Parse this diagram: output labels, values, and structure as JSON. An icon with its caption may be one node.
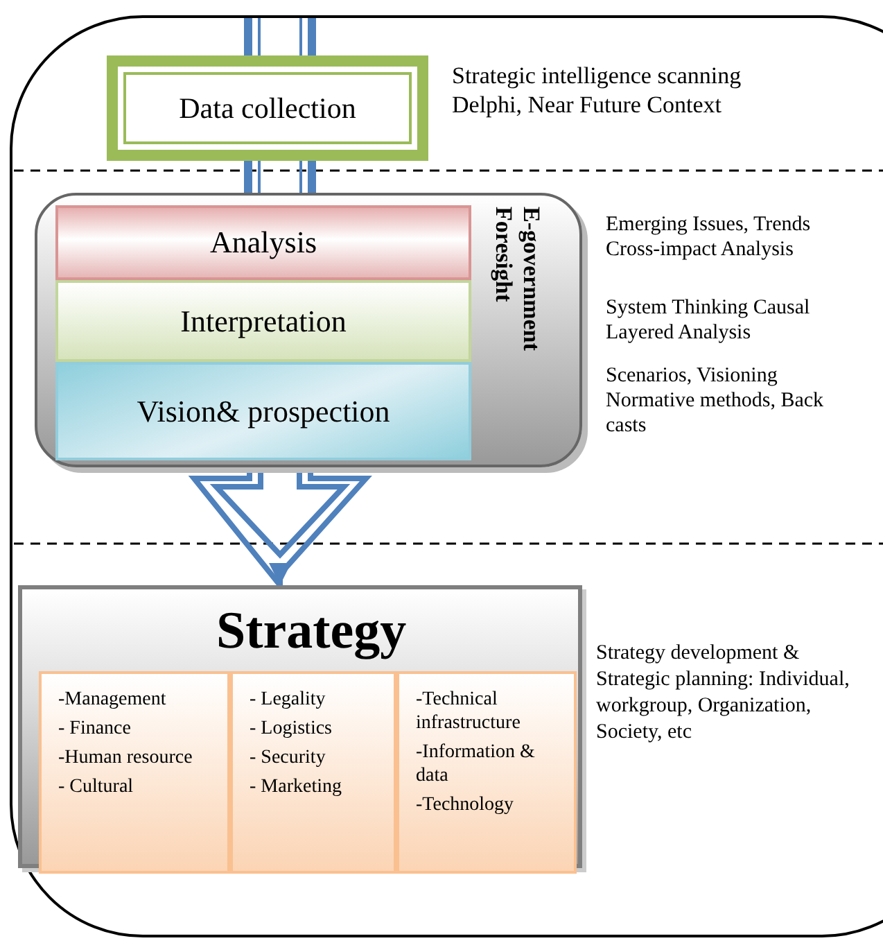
{
  "diagram": {
    "nodes": [
      {
        "text": [
          "Data collection"
        ],
        "beside": [
          "Strategic intelligence scanning Delphi, Near Future Context"
        ]
      },
      {
        "text": [
          "E-government Foresight"
        ]
      },
      {
        "text": [
          "Analysis"
        ],
        "in": 1
      },
      {
        "text": [
          "Interpretation"
        ],
        "in": 1
      },
      {
        "text": [
          "Vision& prospection"
        ],
        "in": 1
      },
      {
        "text": [
          "Strategy"
        ],
        "beside": [
          "Strategy development & Strategic planning: Individual, workgroup, Organization, Society, etc"
        ]
      },
      {
        "text": [
          "-Management",
          "- Finance",
          "-Human resource",
          "- Cultural"
        ],
        "in": 5
      },
      {
        "text": [
          "- Legality",
          "- Logistics",
          "- Security",
          "- Marketing"
        ],
        "in": 5
      },
      {
        "text": [
          "-Technical infrastructure",
          "-Information & data",
          "-Technology"
        ],
        "in": 5
      }
    ],
    "edges": [
      {
        "from": null,
        "to": 0,
        "arrow": "none"
      },
      {
        "from": 0,
        "to": 1,
        "arrow": "none"
      },
      {
        "from": 1,
        "to": 5,
        "arrow": "to"
      }
    ],
    "labels": [
      "Emerging Issues, Trends Cross-impact Analysis",
      "System Thinking Causal Layered Analysis",
      "Scenarios, Visioning Normative methods, Back casts"
    ]
  }
}
